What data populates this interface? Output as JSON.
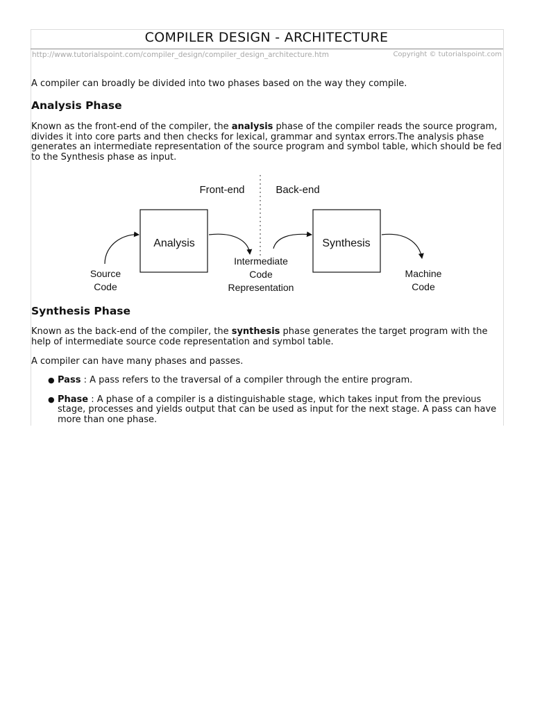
{
  "header": {
    "title": "COMPILER DESIGN - ARCHITECTURE",
    "url": "http://www.tutorialspoint.com/compiler_design/compiler_design_architecture.htm",
    "copyright": "Copyright © tutorialspoint.com"
  },
  "intro": "A compiler can broadly be divided into two phases based on the way they compile.",
  "analysis": {
    "heading": "Analysis Phase",
    "pre": "Known as the front-end of the compiler, the ",
    "bold": "analysis",
    "post": " phase of the compiler reads the source program, divides it into core parts and then checks for lexical, grammar and syntax errors.The analysis phase generates an intermediate representation of the source program and symbol table, which should be fed to the Synthesis phase as input."
  },
  "diagram": {
    "front_end": "Front-end",
    "back_end": "Back-end",
    "analysis_box": "Analysis",
    "synthesis_box": "Synthesis",
    "source_line1": "Source",
    "source_line2": "Code",
    "intermediate_line1": "Intermediate",
    "intermediate_line2": "Code",
    "intermediate_line3": "Representation",
    "machine_line1": "Machine",
    "machine_line2": "Code"
  },
  "synthesis": {
    "heading": "Synthesis Phase",
    "pre": "Known as the back-end of the compiler, the ",
    "bold": "synthesis",
    "post": " phase generates the target program with the help of intermediate source code representation and symbol table."
  },
  "phases_intro": "A compiler can have many phases and passes.",
  "items": [
    {
      "term": "Pass",
      "text": " : A pass refers to the traversal of a compiler through the entire program."
    },
    {
      "term": "Phase",
      "text": " : A phase of a compiler is a distinguishable stage, which takes input from the previous stage, processes and yields output that can be used as input for the next stage. A pass can have more than one phase."
    }
  ]
}
